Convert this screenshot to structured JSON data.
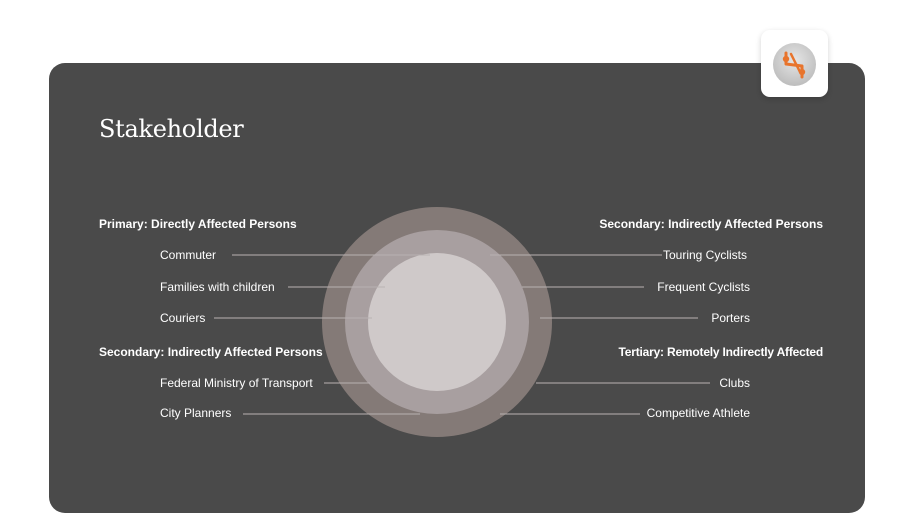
{
  "title": "Stakeholder",
  "colors": {
    "panel": "#4a4a4a",
    "outer_ring": "#847a77",
    "middle_ring": "#a89fa0",
    "inner_circle": "#cfc9c9",
    "connector": "#b9b2b2",
    "logo_accent": "#e8742c"
  },
  "logo_icon": "route-icon",
  "left": {
    "primary": {
      "heading": "Primary: Directly Affected Persons",
      "items": [
        "Commuter",
        "Families with children",
        "Couriers"
      ]
    },
    "secondary": {
      "heading": "Secondary: Indirectly Affected Persons",
      "items": [
        "Federal Ministry of Transport",
        "City Planners"
      ]
    }
  },
  "right": {
    "secondary": {
      "heading": "Secondary: Indirectly Affected Persons",
      "items": [
        "Touring Cyclists",
        "Frequent Cyclists",
        "Porters"
      ]
    },
    "tertiary": {
      "heading": "Tertiary: Remotely Indirectly Affected",
      "items": [
        "Clubs",
        "Competitive Athlete"
      ]
    }
  }
}
